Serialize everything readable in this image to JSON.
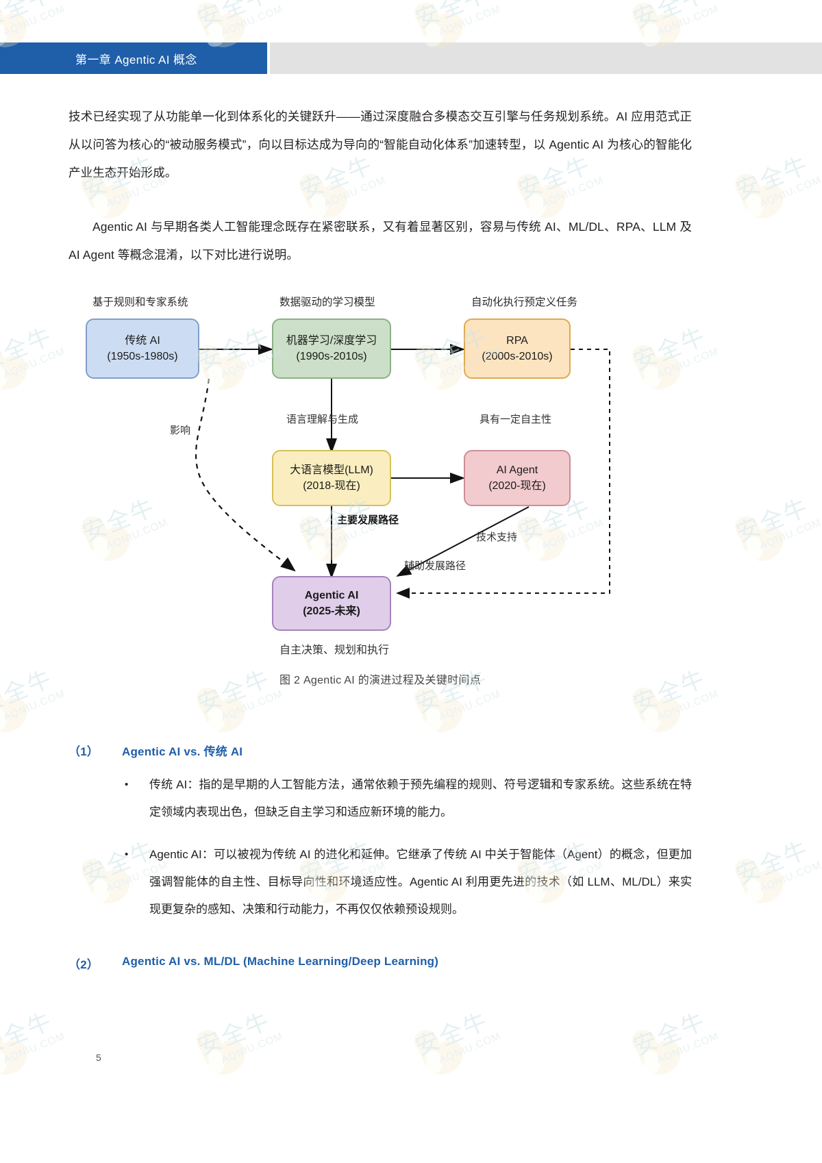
{
  "header": {
    "chapter_title": "第一章 Agentic AI 概念",
    "tab_color": "#1f5ea8",
    "band_color": "#e2e2e2"
  },
  "paragraphs": {
    "p1": "技术已经实现了从功能单一化到体系化的关键跃升——通过深度融合多模态交互引擎与任务规划系统。AI 应用范式正从以问答为核心的“被动服务模式”，向以目标达成为导向的“智能自动化体系”加速转型，以 Agentic AI 为核心的智能化产业生态开始形成。",
    "p2": "Agentic AI 与早期各类人工智能理念既存在紧密联系，又有着显著区别，容易与传统 AI、ML/DL、RPA、LLM 及 AI Agent 等概念混淆，以下对比进行说明。"
  },
  "figure": {
    "caption": "图 2 Agentic AI 的演进过程及关键时间点",
    "top_labels": {
      "rules": "基于规则和专家系统",
      "data": "数据驱动的学习模型",
      "automation": "自动化执行预定义任务"
    },
    "nodes": [
      {
        "id": "traditional-ai",
        "line1": "传统 AI",
        "line2": "(1950s-1980s)",
        "fill": "#ccdcf2",
        "stroke": "#7f9fcc"
      },
      {
        "id": "ml-dl",
        "line1": "机器学习/深度学习",
        "line2": "(1990s-2010s)",
        "fill": "#ccdfc8",
        "stroke": "#8cb086"
      },
      {
        "id": "rpa",
        "line1": "RPA",
        "line2": "(2000s-2010s)",
        "fill": "#fce4c0",
        "stroke": "#dfa94f"
      },
      {
        "id": "llm",
        "line1": "大语言模型(LLM)",
        "line2": "(2018-现在)",
        "fill": "#faeec0",
        "stroke": "#d6c05a"
      },
      {
        "id": "ai-agent",
        "line1": "AI Agent",
        "line2": "(2020-现在)",
        "fill": "#f2cbcf",
        "stroke": "#cc8e97"
      },
      {
        "id": "agentic-ai",
        "line1": "Agentic AI",
        "line2": "(2025-未来)",
        "fill": "#e0cdea",
        "stroke": "#a483bd"
      }
    ],
    "edge_labels": {
      "influence": "影响",
      "language_understanding": "语言理解与生成",
      "autonomy": "具有一定自主性",
      "main_path": "主要发展路径",
      "tech_support": "技术支持",
      "aux_path": "辅助发展路径",
      "bottom": "自主决策、规划和执行"
    }
  },
  "sections": [
    {
      "number": "（1）",
      "title": "Agentic AI vs.  传统 AI",
      "bullets": [
        "传统 AI：指的是早期的人工智能方法，通常依赖于预先编程的规则、符号逻辑和专家系统。这些系统在特定领域内表现出色，但缺乏自主学习和适应新环境的能力。",
        "Agentic AI：可以被视为传统 AI 的进化和延伸。它继承了传统 AI 中关于智能体（Agent）的概念，但更加强调智能体的自主性、目标导向性和环境适应性。Agentic AI 利用更先进的技术（如 LLM、ML/DL）来实现更复杂的感知、决策和行动能力，不再仅仅依赖预设规则。"
      ]
    },
    {
      "number": "（2）",
      "title": "Agentic AI vs. ML/DL (Machine Learning/Deep Learning)",
      "bullets": []
    }
  ],
  "footer": {
    "page_number": "5"
  }
}
